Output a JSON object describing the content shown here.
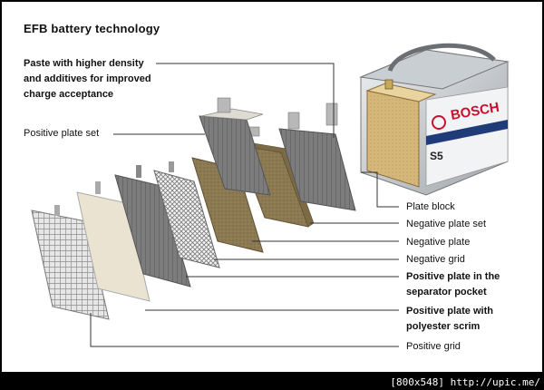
{
  "title": "EFB battery technology",
  "labels_left": [
    {
      "id": "paste",
      "text": [
        "Paste with higher density",
        "and additives for improved",
        "charge acceptance"
      ],
      "bold": true
    },
    {
      "id": "positive-plate-set",
      "text": [
        "Positive plate set"
      ],
      "bold": false
    }
  ],
  "labels_right": [
    {
      "id": "plate-block",
      "text": [
        "Plate block"
      ],
      "bold": false
    },
    {
      "id": "negative-plate-set",
      "text": [
        "Negative plate set"
      ],
      "bold": false
    },
    {
      "id": "negative-plate",
      "text": [
        "Negative plate"
      ],
      "bold": false
    },
    {
      "id": "negative-grid",
      "text": [
        "Negative grid"
      ],
      "bold": false
    },
    {
      "id": "positive-plate-separator",
      "text": [
        "Positive plate in the",
        "separator pocket"
      ],
      "bold": true
    },
    {
      "id": "positive-plate-scrim",
      "text": [
        "Positive plate with",
        "polyester scrim"
      ],
      "bold": true
    },
    {
      "id": "positive-grid",
      "text": [
        "Positive grid"
      ],
      "bold": false
    }
  ],
  "battery": {
    "brand": "BOSCH",
    "model": "S5"
  },
  "footer": "[800x548] http://upic.me/",
  "colors": {
    "leader_line": "#333333",
    "paste": "#8c7a52",
    "grid": "#9a9a9a",
    "brand_red": "#c8102e"
  }
}
